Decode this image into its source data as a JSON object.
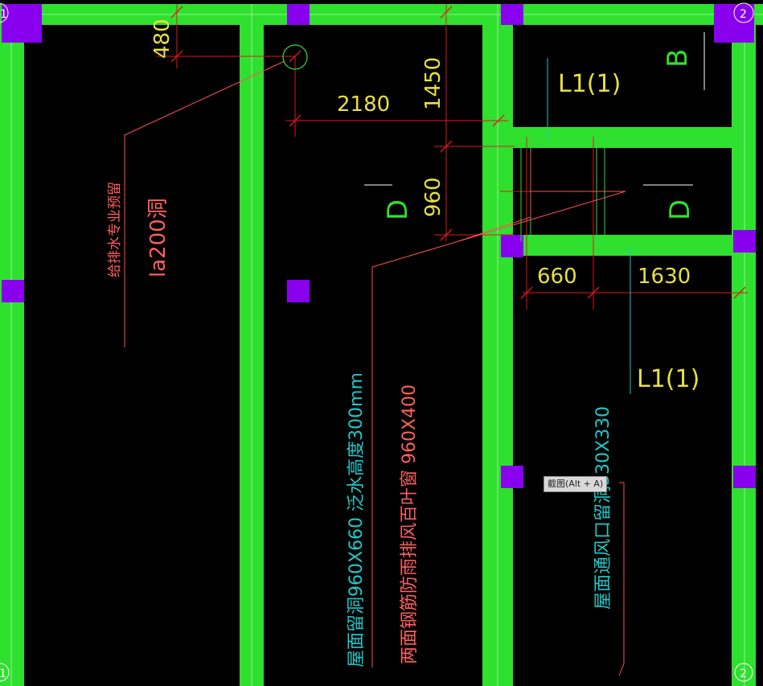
{
  "colors": {
    "background": "#000000",
    "wall": "#2fe02f",
    "wall_edge": "#8cf58c",
    "column": "#8800ee",
    "dimension": "#e01818",
    "dim_text": "#e8e040",
    "leader": "#ff5050",
    "cyan_text": "#20c8c8",
    "pink_text": "#ff5f5f",
    "green_text": "#30e030"
  },
  "grid_markers": {
    "top_left": "1",
    "top_right": "2",
    "bottom_left": "1",
    "bottom_right": "2"
  },
  "dimensions": {
    "d480": "480",
    "d1450": "1450",
    "d2180": "2180",
    "d960": "960",
    "d660": "660",
    "d1630": "1630"
  },
  "labels": {
    "beam_upper": "L1(1)",
    "beam_lower": "L1(1)",
    "room_b": "B",
    "room_d_left": "D",
    "room_d_right": "D",
    "note_plumbing": "给排水专业预留",
    "note_hole": "la200洞",
    "note_opening_cyan": "屋面留洞960X660 泛水高度300mm",
    "note_louver": "两面钢筋防雨排风百叶窗 960X400",
    "note_vent": "屋面通风口留洞330X330"
  },
  "tooltip": {
    "screenshot_hint": "截图(Alt + A)"
  }
}
